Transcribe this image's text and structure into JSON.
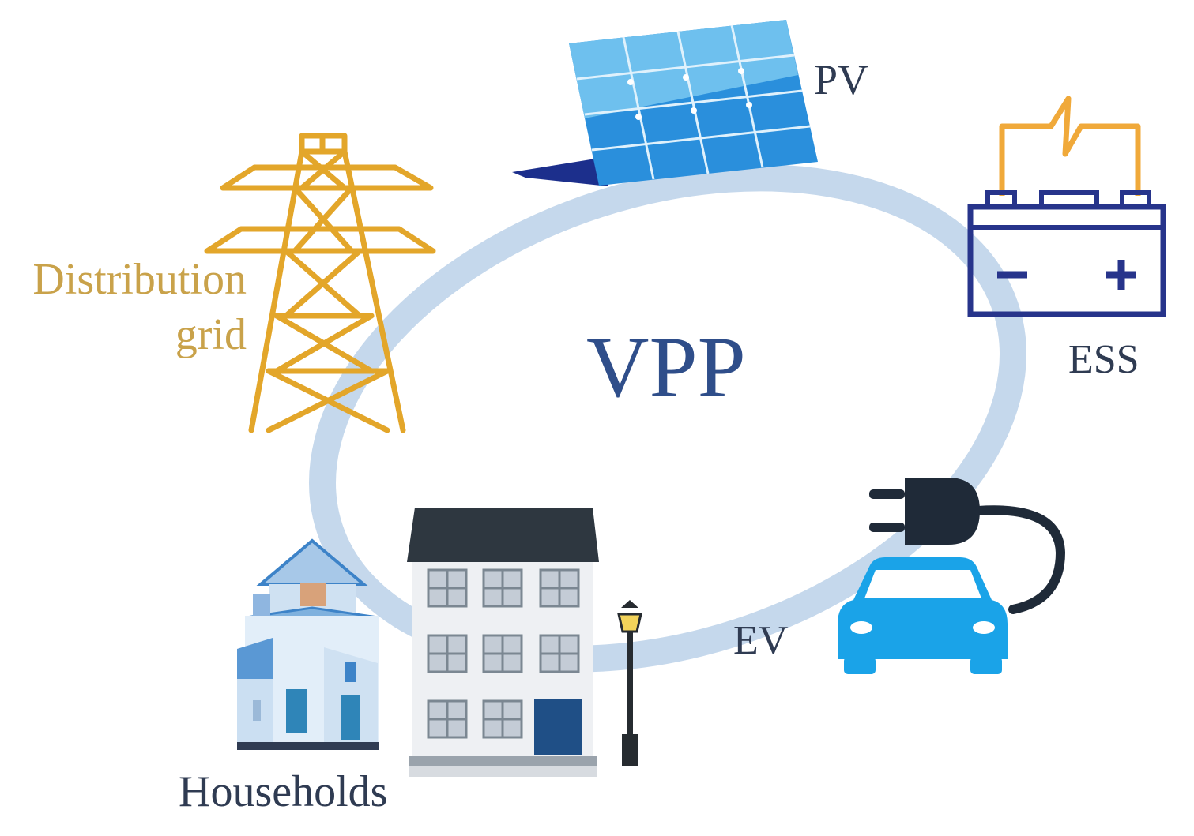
{
  "diagram": {
    "center_label": "VPP",
    "nodes": {
      "pv": {
        "label": "PV",
        "icon": "solar-panel-icon"
      },
      "ess": {
        "label": "ESS",
        "icon": "battery-icon"
      },
      "ev": {
        "label": "EV",
        "icon": "electric-car-plug-icon"
      },
      "households": {
        "label": "Households",
        "icon": "houses-building-icon"
      },
      "grid": {
        "label_line1": "Distribution",
        "label_line2": "grid",
        "icon": "transmission-tower-icon"
      }
    },
    "colors": {
      "ring": "#c5d8ec",
      "label_dark": "#2f3b52",
      "grid_label": "#c9a24a",
      "vpp": "#2f4e8a",
      "tower": "#e3a62a",
      "battery": "#27348b",
      "battery_wire": "#f0a93a",
      "solar": "#1f8ad6",
      "car": "#1aa3e8",
      "plug": "#1f2a38"
    }
  }
}
